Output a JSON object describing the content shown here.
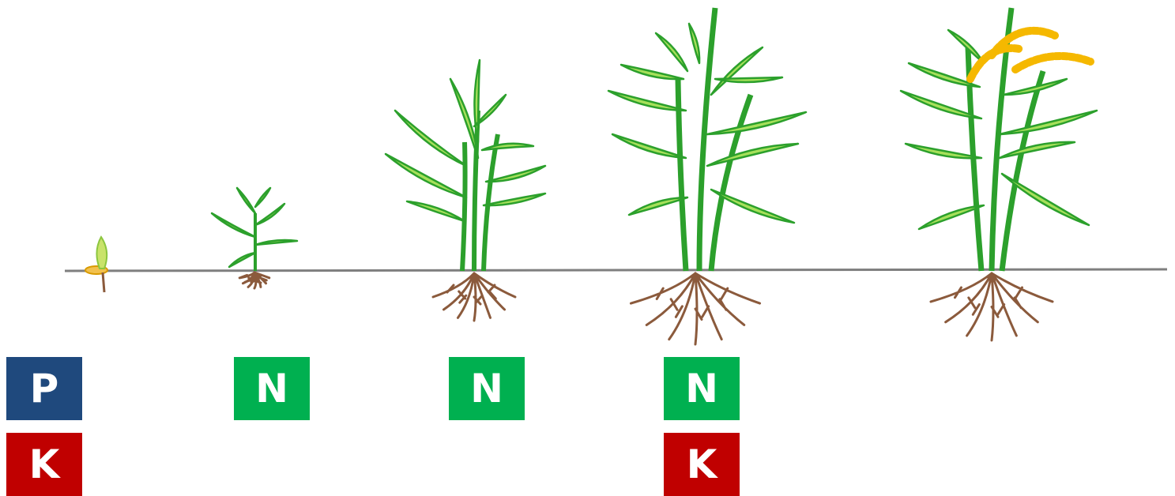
{
  "colors": {
    "ground": "#7f7f7f",
    "leaf_dark": "#2ca02c",
    "leaf_light": "#a6e05a",
    "root": "#8b5a3c",
    "grain": "#f5b800",
    "seed": "#f2c14e",
    "P": "#1f497d",
    "N": "#00b050",
    "K": "#c00000"
  },
  "stages": [
    {
      "nutrients": [
        {
          "letter": "P",
          "color_key": "P"
        },
        {
          "letter": "K",
          "color_key": "K"
        }
      ]
    },
    {
      "nutrients": [
        {
          "letter": "N",
          "color_key": "N"
        }
      ]
    },
    {
      "nutrients": [
        {
          "letter": "N",
          "color_key": "N"
        }
      ]
    },
    {
      "nutrients": [
        {
          "letter": "N",
          "color_key": "N"
        },
        {
          "letter": "K",
          "color_key": "K"
        }
      ]
    },
    {
      "nutrients": []
    }
  ]
}
